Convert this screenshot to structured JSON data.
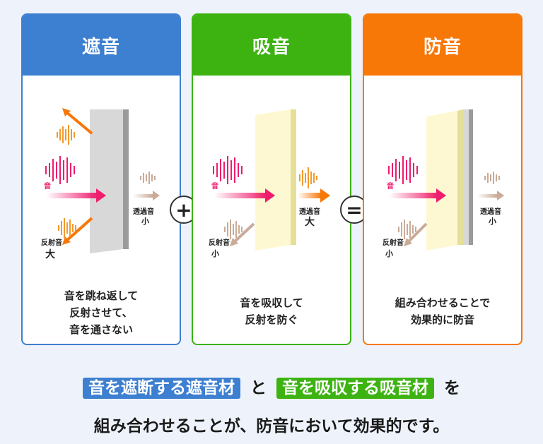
{
  "colors": {
    "blue": "#3d7fd0",
    "green": "#3db312",
    "orange": "#f77707",
    "pink": "#ef1d6e",
    "wave_orange": "#f29a2e",
    "wave_tan": "#c9ab98"
  },
  "cards": [
    {
      "title": "遮音",
      "labels": {
        "sound": "音",
        "transmit": "透過音",
        "transmit_level": "小",
        "reflect": "反射音",
        "reflect_level": "大"
      },
      "desc": [
        "音を跳ね返して",
        "反射させて、",
        "音を通さない"
      ]
    },
    {
      "title": "吸音",
      "labels": {
        "sound": "音",
        "transmit": "透過音",
        "transmit_level": "大",
        "reflect": "反射音",
        "reflect_level": "小"
      },
      "desc": [
        "音を吸収して",
        "反射を防ぐ"
      ]
    },
    {
      "title": "防音",
      "labels": {
        "sound": "音",
        "transmit": "透過音",
        "transmit_level": "小",
        "reflect": "反射音",
        "reflect_level": "小"
      },
      "desc": [
        "組み合わせることで",
        "効果的に防音"
      ]
    }
  ],
  "operators": {
    "plus": "+",
    "equals": "="
  },
  "bottom": {
    "line1": {
      "hl1": "音を遮断する遮音材",
      "mid": "と",
      "hl2": "音を吸収する吸音材",
      "end": "を"
    },
    "line2": "組み合わせることが、防音において効果的です。"
  }
}
